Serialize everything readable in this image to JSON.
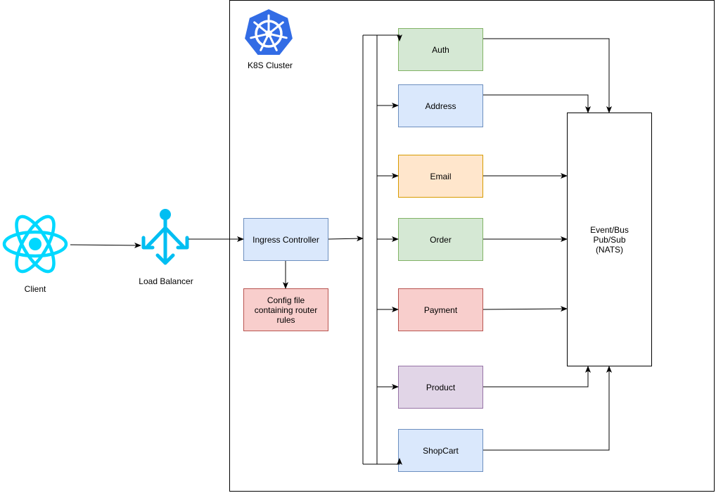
{
  "cluster": {
    "label": "K8S Cluster"
  },
  "client": {
    "label": "Client"
  },
  "load_balancer": {
    "label": "Load Balancer"
  },
  "ingress": {
    "label": "Ingress Controller"
  },
  "config": {
    "label": "Config file containing router rules"
  },
  "services": {
    "auth": "Auth",
    "address": "Address",
    "email": "Email",
    "order": "Order",
    "payment": "Payment",
    "product": "Product",
    "shopcart": "ShopCart"
  },
  "event_bus": {
    "line1": "Event/Bus",
    "line2": "Pub/Sub",
    "line3": "(NATS)"
  },
  "colors": {
    "green_fill": "#d5e8d4",
    "green_border": "#82b366",
    "blue_fill": "#dae8fc",
    "blue_border": "#6c8ebf",
    "orange_fill": "#ffe6cc",
    "orange_border": "#d79b00",
    "red_fill": "#f8cecc",
    "red_border": "#b85450",
    "purple_fill": "#e1d5e7",
    "purple_border": "#9673a6",
    "react_cyan": "#00d8ff",
    "lb_blue": "#00bef2",
    "k8s_blue": "#326ce5"
  },
  "icons": {
    "client": "react-atom-icon",
    "load_balancer": "load-balancer-icon",
    "cluster": "kubernetes-helm-icon"
  }
}
